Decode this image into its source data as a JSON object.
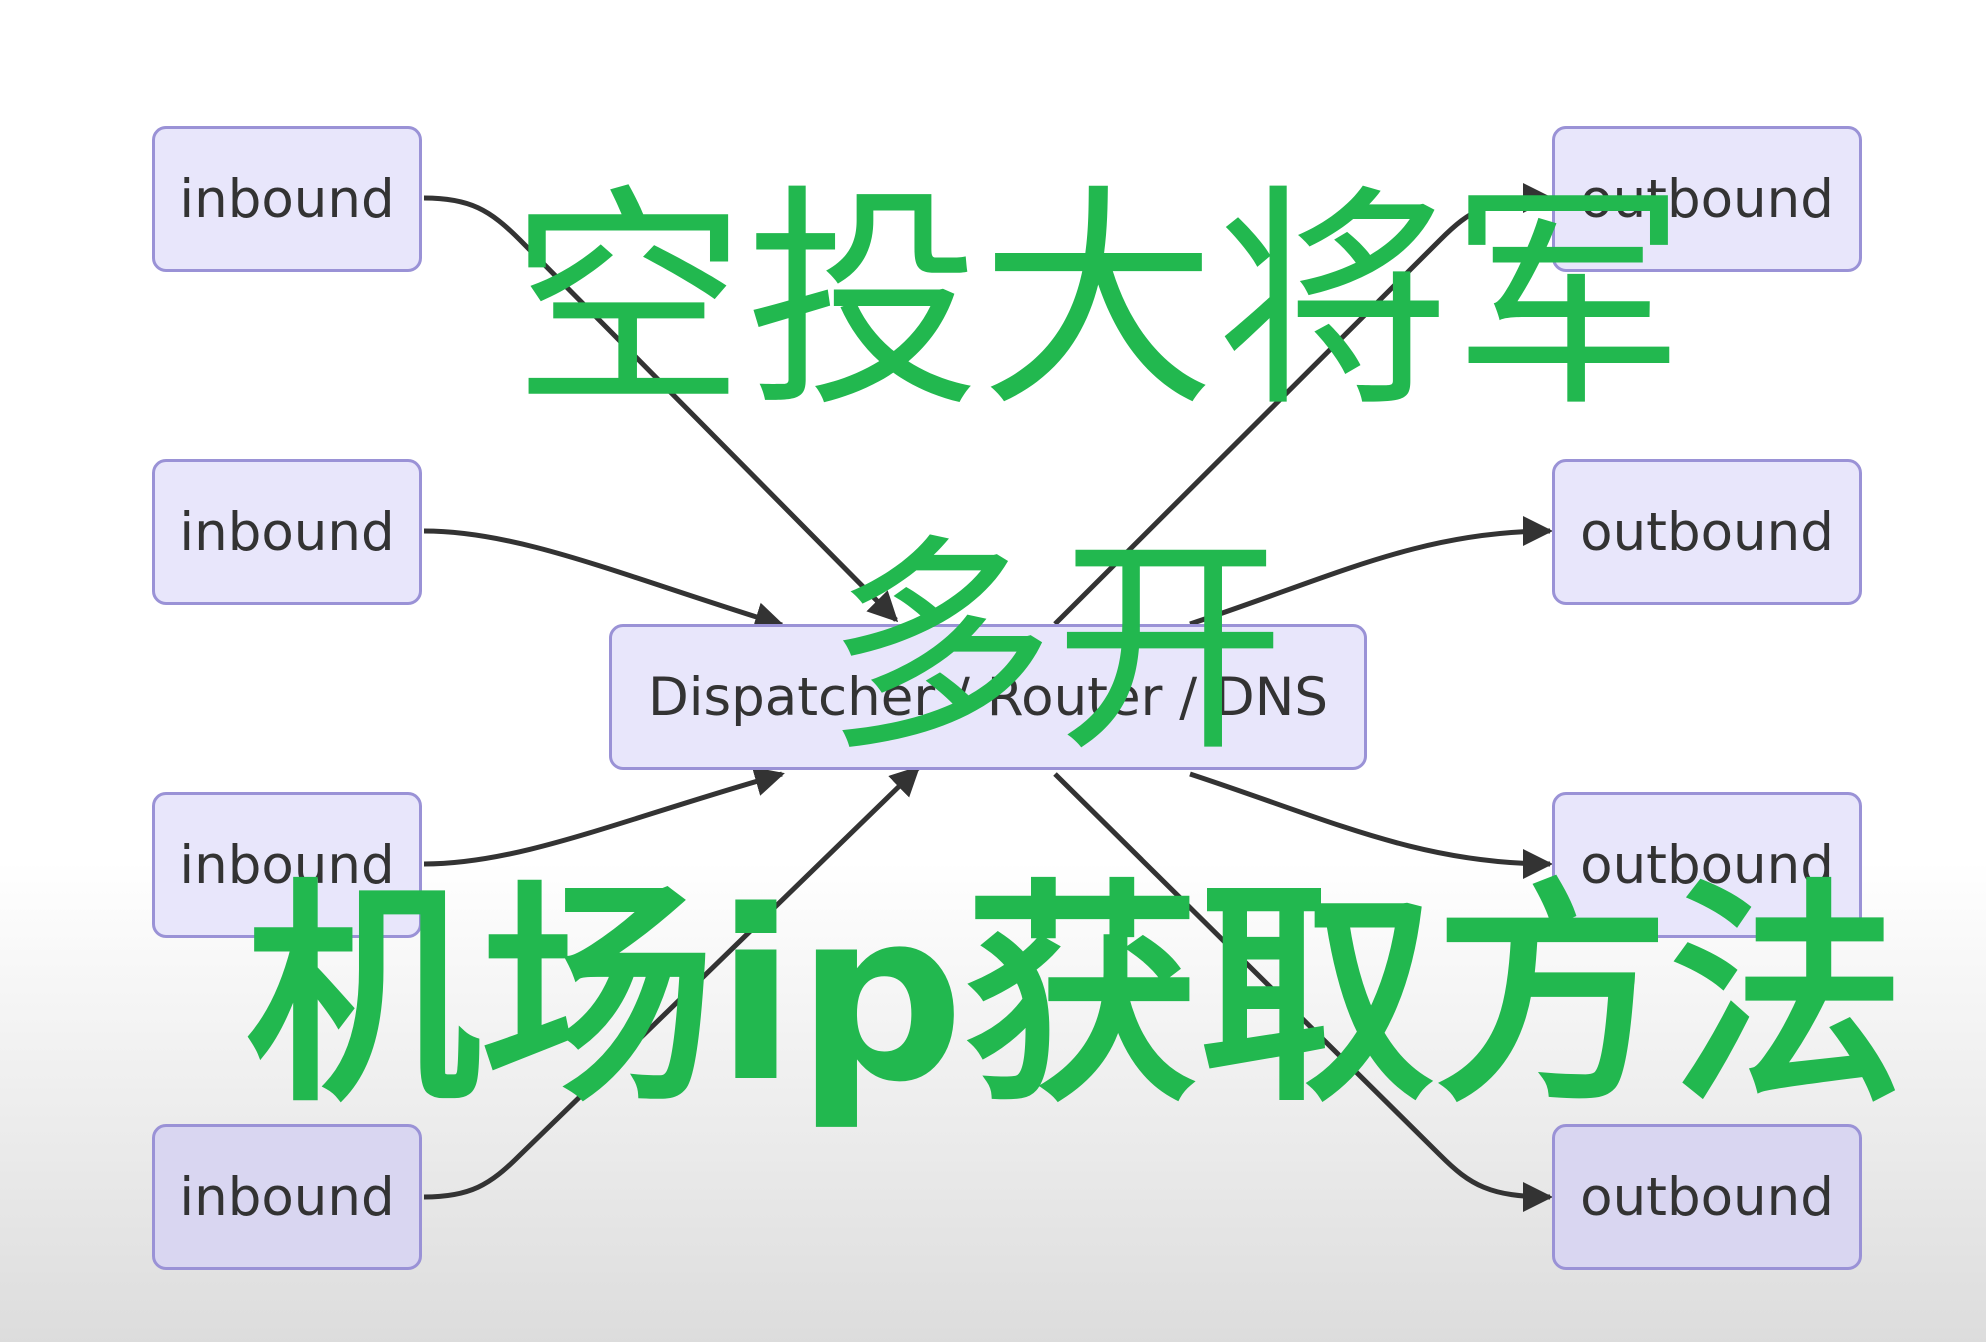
{
  "diagram": {
    "inbound_label": "inbound",
    "outbound_label": "outbound",
    "center_label": "Dispatcher / Router / DNS"
  },
  "overlay": {
    "line1": "空投大将军",
    "line2": "多开",
    "line3": "机场ip获取方法"
  },
  "colors": {
    "node_fill": "#e8e6fb",
    "node_border": "#9a92d6",
    "edge": "#333333",
    "overlay_text": "#22b84f"
  }
}
